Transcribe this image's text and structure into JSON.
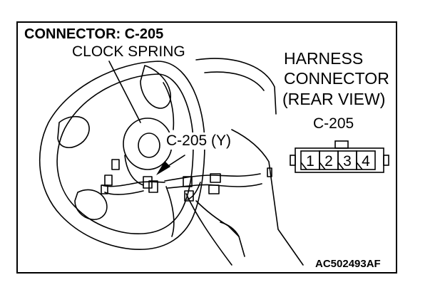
{
  "diagram": {
    "title": "CONNECTOR: C-205",
    "clock_spring_label": "CLOCK SPRING",
    "harness_label": [
      "HARNESS",
      "CONNECTOR",
      "(REAR VIEW)"
    ],
    "harness_connector_id": "C-205",
    "callout_label": "C-205 (Y)",
    "figure_id": "AC502493AF",
    "connector_pins": [
      "1",
      "2",
      "3",
      "4"
    ]
  }
}
